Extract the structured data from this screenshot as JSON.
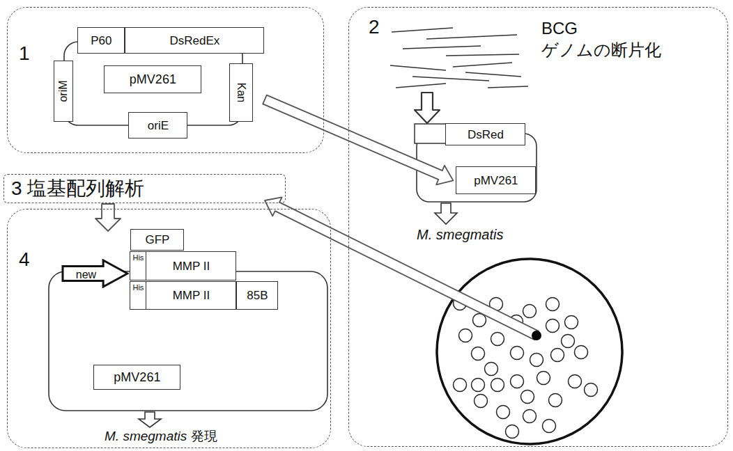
{
  "diagram": {
    "nodes": [
      {
        "text": [
          "1"
        ]
      },
      {
        "text": [
          "P60"
        ],
        "in": 0
      },
      {
        "text": [
          "DsRedEx"
        ],
        "in": 0
      },
      {
        "text": [
          "oriM"
        ],
        "in": 0
      },
      {
        "text": [
          "pMV261"
        ],
        "in": 0
      },
      {
        "text": [
          "Kan"
        ],
        "in": 0
      },
      {
        "text": [
          "oriE"
        ],
        "in": 0
      },
      {
        "text": [
          "2",
          "BCG ゲノムの断片化"
        ]
      },
      {
        "text": [
          "DsRed"
        ],
        "in": 7
      },
      {
        "text": [
          "pMV261"
        ],
        "in": 7
      },
      {
        "text": [
          "3 塩基配列解析"
        ]
      },
      {
        "text": [
          "4"
        ]
      },
      {
        "text": [
          "GFP"
        ],
        "in": 11
      },
      {
        "text": [
          "new"
        ],
        "in": 11
      },
      {
        "text": [
          "His"
        ],
        "in": 11
      },
      {
        "text": [
          "MMP II"
        ],
        "in": 11
      },
      {
        "text": [
          "His"
        ],
        "in": 11
      },
      {
        "text": [
          "MMP II"
        ],
        "in": 11
      },
      {
        "text": [
          "85B"
        ],
        "in": 11
      },
      {
        "text": [
          "pMV261"
        ],
        "in": 11
      }
    ],
    "edges": [
      {
        "from": 0,
        "to": 9,
        "arrow": "to"
      },
      {
        "from": 7,
        "to": 10,
        "arrow": "to"
      },
      {
        "from": 10,
        "to": 11,
        "arrow": "to"
      }
    ],
    "labels": [
      "M. smegmatis",
      "M. smegmatis",
      "発現"
    ]
  }
}
